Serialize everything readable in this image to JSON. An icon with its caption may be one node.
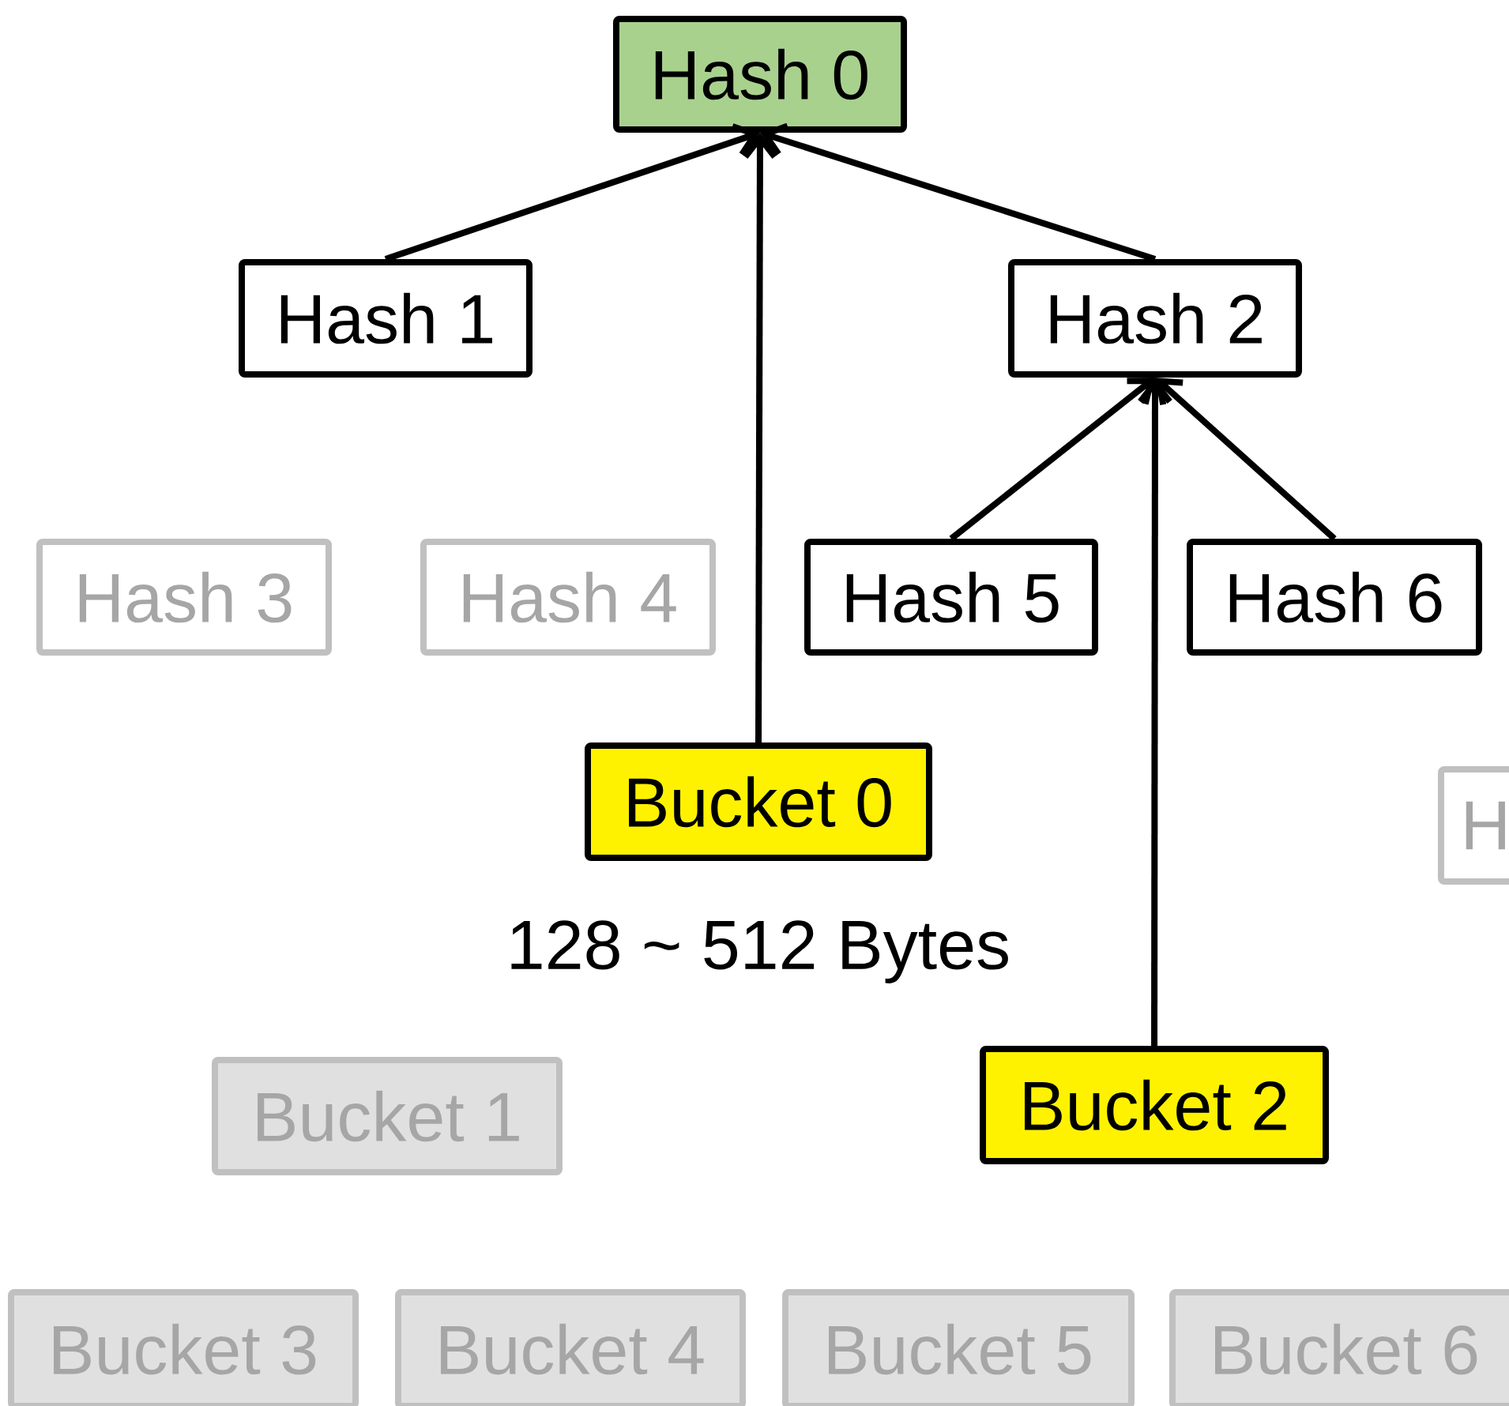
{
  "diagram": {
    "nodes": [
      {
        "text": [
          "Hash 0"
        ]
      },
      {
        "text": [
          "Hash 1"
        ]
      },
      {
        "text": [
          "Hash 2"
        ]
      },
      {
        "text": [
          "Hash 3"
        ]
      },
      {
        "text": [
          "Hash 4"
        ]
      },
      {
        "text": [
          "Hash 5"
        ]
      },
      {
        "text": [
          "Hash 6"
        ]
      },
      {
        "text": [
          "H"
        ]
      },
      {
        "text": [
          "Bucket 0"
        ],
        "beside": [
          "128 ~ 512 Bytes"
        ]
      },
      {
        "text": [
          "Bucket 1"
        ]
      },
      {
        "text": [
          "Bucket 2"
        ]
      },
      {
        "text": [
          "Bucket 3"
        ]
      },
      {
        "text": [
          "Bucket 4"
        ]
      },
      {
        "text": [
          "Bucket 5"
        ]
      },
      {
        "text": [
          "Bucket 6"
        ]
      }
    ],
    "edges": [
      {
        "from": 1,
        "to": 0,
        "arrow": "to"
      },
      {
        "from": 8,
        "to": 0,
        "arrow": "to"
      },
      {
        "from": 2,
        "to": 0,
        "arrow": "to"
      },
      {
        "from": 5,
        "to": 2,
        "arrow": "to"
      },
      {
        "from": 6,
        "to": 2,
        "arrow": "to"
      },
      {
        "from": 10,
        "to": 2,
        "arrow": "to"
      }
    ]
  }
}
